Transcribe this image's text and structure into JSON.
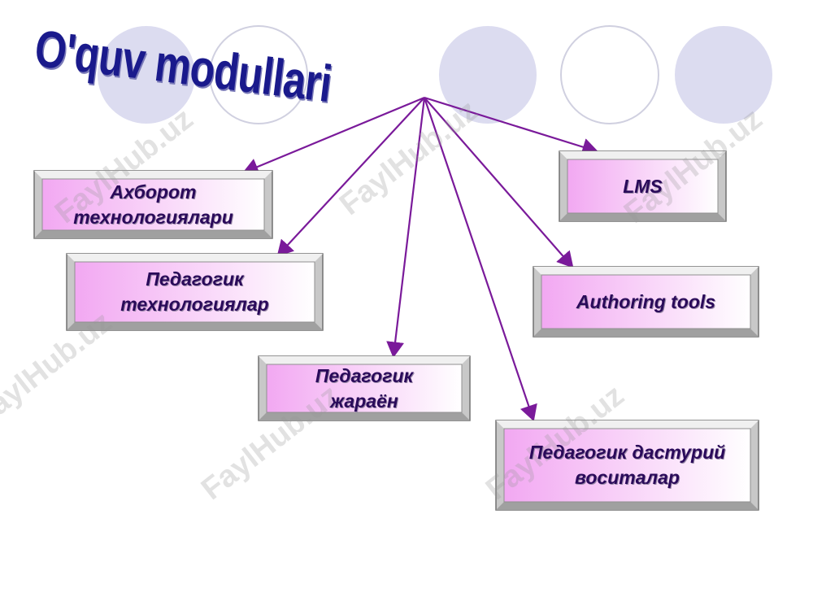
{
  "title": "O'quv modullari",
  "watermark_text": "FaylHub.uz",
  "colors": {
    "title": "#1a1a8c",
    "arrow": "#7a1a9a",
    "box_fill_dark": "#f2a8f2",
    "box_fill_light": "#ffffff",
    "box_border": "#8a8a8a",
    "circle_fill": "#dcdcf0",
    "circle_stroke": "#c8c8dc"
  },
  "modules": [
    {
      "id": "axborot",
      "lines": [
        "Ахборот",
        "технологиялари"
      ]
    },
    {
      "id": "ped-tech",
      "lines": [
        "Педагогик",
        "технологиялар"
      ]
    },
    {
      "id": "ped-jarayon",
      "lines": [
        "Педагогик",
        "жараён"
      ]
    },
    {
      "id": "lms",
      "lines": [
        "LMS"
      ]
    },
    {
      "id": "authoring",
      "lines": [
        "Authoring tools"
      ]
    },
    {
      "id": "ped-dastur",
      "lines": [
        "Педагогик дастурий",
        "воситалар"
      ]
    }
  ]
}
